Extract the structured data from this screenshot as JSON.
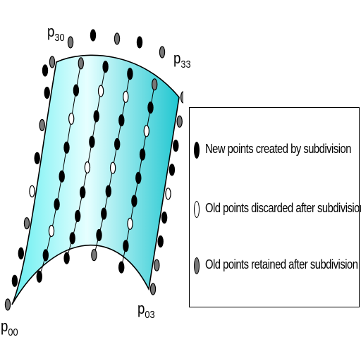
{
  "labels": {
    "p30": {
      "base": "p",
      "sub": "30"
    },
    "p33": {
      "base": "p",
      "sub": "33"
    },
    "p00": {
      "base": "p",
      "sub": "00"
    },
    "p03": {
      "base": "p",
      "sub": "03"
    }
  },
  "legend": [
    {
      "kind": "new",
      "text": "New points created by subdivision"
    },
    {
      "kind": "discarded",
      "text": "Old points discarded after subdivision"
    },
    {
      "kind": "retained",
      "text": "Old points retained after subdivision"
    }
  ],
  "colors": {
    "surface_light": "#e6ffff",
    "surface_mid": "#66eef0",
    "surface_dark": "#1fc6d0",
    "new_point": "#000000",
    "discarded_point": "#ffffff",
    "retained_point": "#777777",
    "outline": "#000000"
  }
}
